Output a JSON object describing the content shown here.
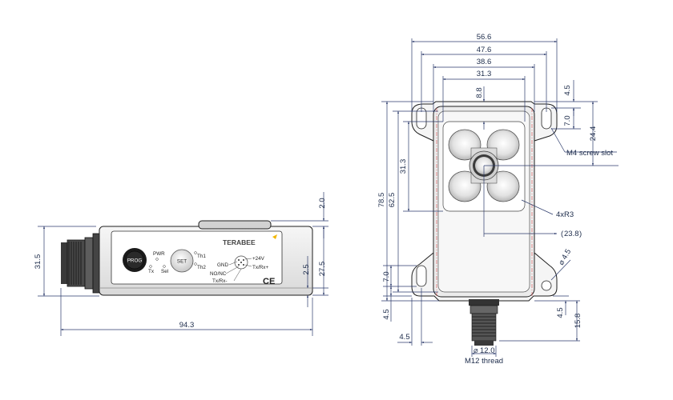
{
  "side_view": {
    "dims": {
      "length": "94.3",
      "height": "31.5",
      "top_offset": "2.0",
      "step": "2.5",
      "body_height": "27.5"
    },
    "labels": {
      "prog_button": "PROG",
      "set_button": "SET",
      "pwr": "PWR",
      "tx": "Tx",
      "sel": "Sel",
      "th1": "Th1",
      "th2": "Th2",
      "gnd": "GND",
      "v24": "+24V",
      "txrx_pos": "Tx/Rx+",
      "nonc": "NO/NC",
      "txrx_neg": "Tx/Rx-",
      "brand": "TERABEE",
      "ce_mark": "CE"
    }
  },
  "front_view": {
    "dims": {
      "w_total": "56.6",
      "w_slots": "47.6",
      "w_body": "38.6",
      "w_inner": "31.3",
      "offset_top": "8.8",
      "slot_top": "4.5",
      "slot_len": "7.0",
      "center_y": "24.4",
      "h_total": "78.5",
      "h_body": "62.5",
      "sensor_h": "31.3",
      "slot_len_bottom": "7.0",
      "bottom_margin_left": "4.5",
      "bottom_margin_left_h": "4.5",
      "bottom_margin_right": "4.5",
      "connector_len": "15.8",
      "half_width": "23.8",
      "hole": "4.5",
      "thread_dia": "12.0"
    },
    "labels": {
      "screw_slot": "M4 screw slot",
      "radius": "4xR3",
      "thread": "M12 thread",
      "diameter_symbol": "⌀"
    }
  }
}
